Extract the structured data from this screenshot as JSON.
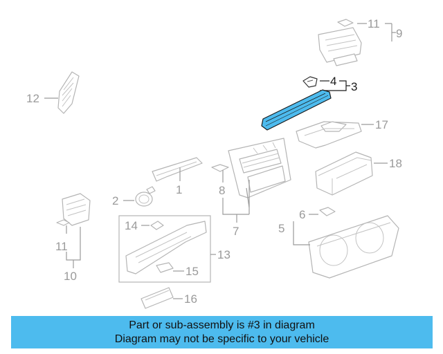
{
  "callouts": {
    "c1": "1",
    "c2": "2",
    "c3": "3",
    "c4": "4",
    "c5": "5",
    "c6": "6",
    "c7": "7",
    "c8": "8",
    "c9": "9",
    "c10": "10",
    "c11a": "11",
    "c11b": "11",
    "c12": "12",
    "c13": "13",
    "c14": "14",
    "c15": "15",
    "c16": "16",
    "c17": "17",
    "c18": "18"
  },
  "highlighted_part": "3",
  "colors": {
    "highlight": "#4dbbee",
    "line": "#b4b4b4",
    "label": "#9a9a9a"
  },
  "banner": {
    "line1": "Part or sub-assembly is #3 in diagram",
    "line2": "Diagram may not be specific to your vehicle"
  }
}
